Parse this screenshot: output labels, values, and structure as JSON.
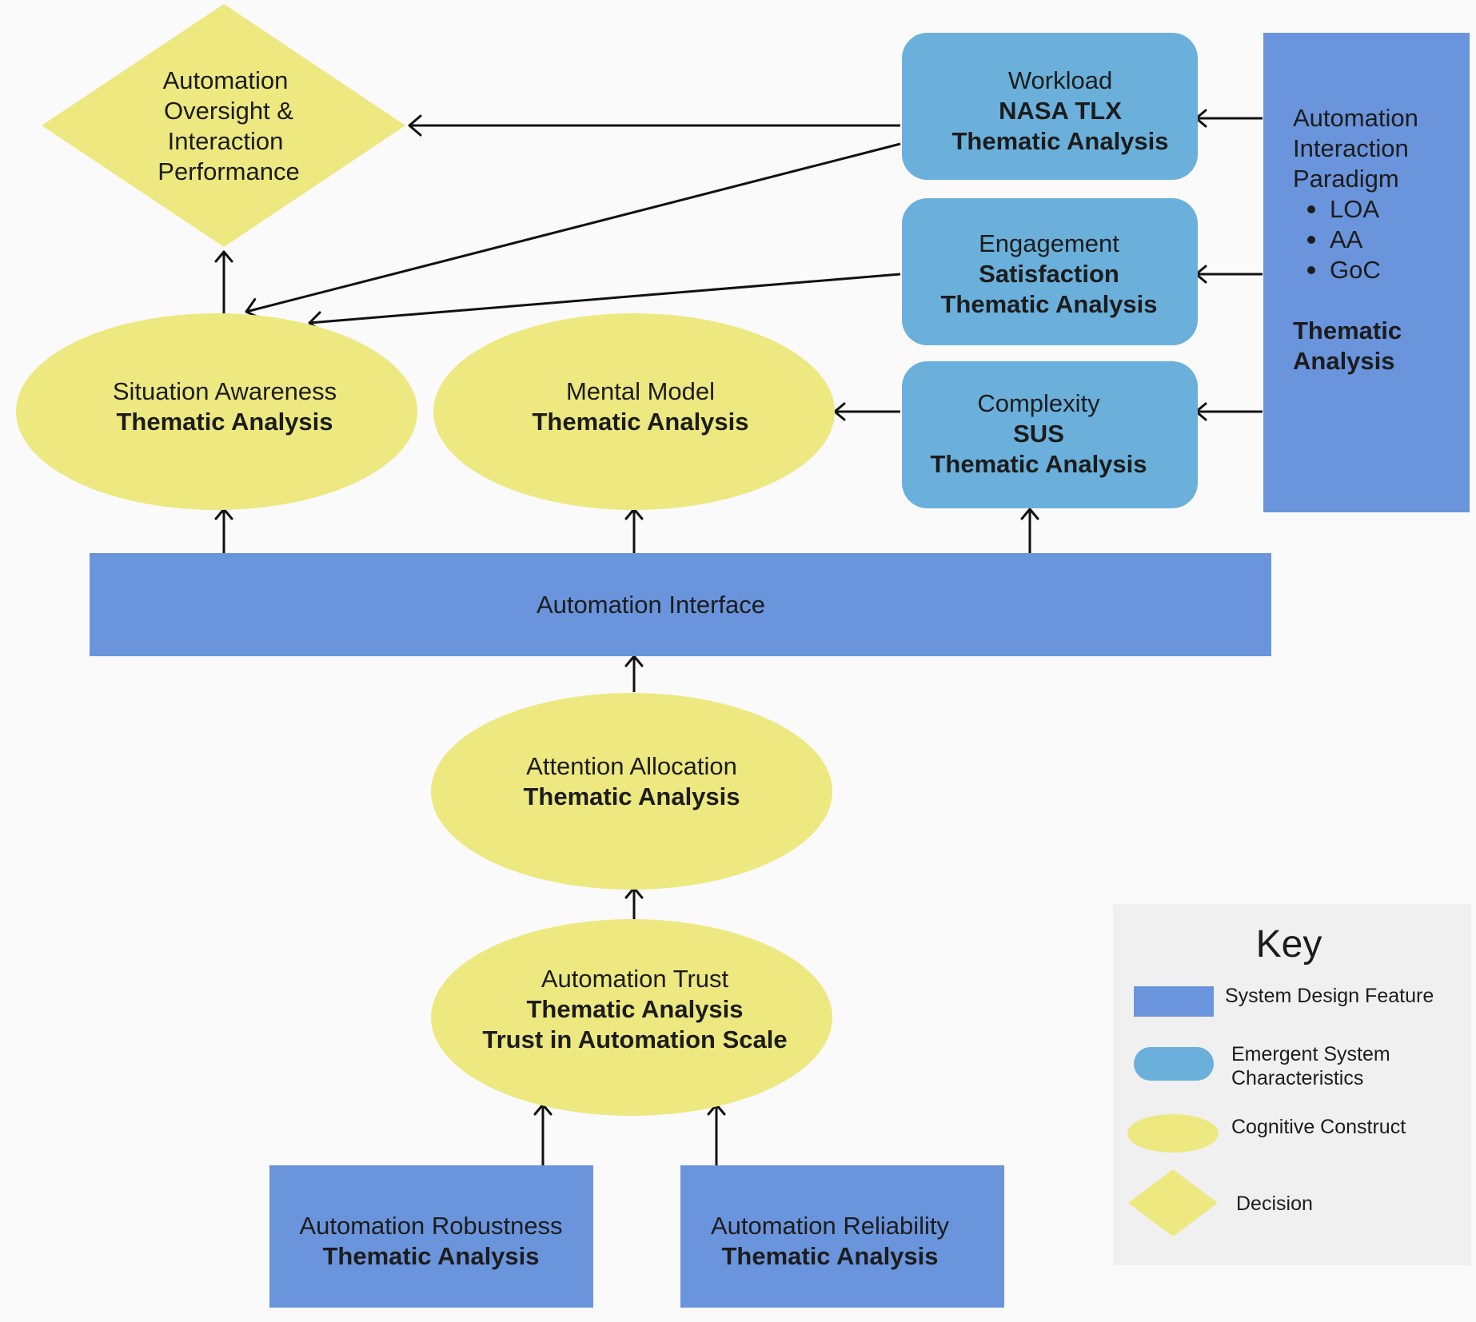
{
  "colors": {
    "system_design_feature": "#6a95dd",
    "emergent_system_characteristics": "#6ab0db",
    "cognitive_construct": "#ede880",
    "decision": "#ede880",
    "key_background": "#f0f0f0",
    "background": "#fafafa"
  },
  "nodes": {
    "decision": {
      "lines": [
        "Automation",
        "Oversight &",
        "Interaction",
        "Performance"
      ]
    },
    "workload": {
      "title": "Workload",
      "measures": [
        "NASA TLX",
        "Thematic Analysis"
      ]
    },
    "engagement": {
      "title": "Engagement",
      "measures": [
        "Satisfaction",
        "Thematic Analysis"
      ]
    },
    "complexity": {
      "title": "Complexity",
      "measures": [
        "SUS",
        "Thematic Analysis"
      ]
    },
    "paradigm": {
      "lines": [
        "Automation",
        "Interaction",
        "Paradigm"
      ],
      "bullets": [
        "LOA",
        "AA",
        "GoC"
      ],
      "measure_lines": [
        "Thematic",
        "Analysis"
      ]
    },
    "situation_awareness": {
      "title": "Situation Awareness",
      "measures": [
        "Thematic Analysis"
      ]
    },
    "mental_model": {
      "title": "Mental Model",
      "measures": [
        "Thematic Analysis"
      ]
    },
    "interface": {
      "title": "Automation Interface"
    },
    "attention": {
      "title": "Attention Allocation",
      "measures": [
        "Thematic Analysis"
      ]
    },
    "trust": {
      "title": "Automation Trust",
      "measures": [
        "Thematic Analysis",
        "Trust in Automation Scale"
      ]
    },
    "robustness": {
      "title": "Automation Robustness",
      "measures": [
        "Thematic Analysis"
      ]
    },
    "reliability": {
      "title": "Automation Reliability",
      "measures": [
        "Thematic Analysis"
      ]
    }
  },
  "edges": [
    {
      "from": "workload",
      "to": "decision"
    },
    {
      "from": "workload",
      "to": "situation_awareness"
    },
    {
      "from": "engagement",
      "to": "situation_awareness"
    },
    {
      "from": "situation_awareness",
      "to": "decision"
    },
    {
      "from": "complexity",
      "to": "mental_model"
    },
    {
      "from": "paradigm",
      "to": "workload"
    },
    {
      "from": "paradigm",
      "to": "engagement"
    },
    {
      "from": "paradigm",
      "to": "complexity"
    },
    {
      "from": "interface",
      "to": "situation_awareness"
    },
    {
      "from": "interface",
      "to": "mental_model"
    },
    {
      "from": "interface",
      "to": "complexity"
    },
    {
      "from": "attention",
      "to": "interface"
    },
    {
      "from": "trust",
      "to": "attention"
    },
    {
      "from": "robustness",
      "to": "trust"
    },
    {
      "from": "reliability",
      "to": "trust"
    }
  ],
  "key": {
    "title": "Key",
    "items": [
      {
        "shape": "rect",
        "lines": [
          "System Design Feature"
        ]
      },
      {
        "shape": "pill",
        "lines": [
          "Emergent System",
          "Characteristics"
        ]
      },
      {
        "shape": "ellipse",
        "lines": [
          "Cognitive Construct"
        ]
      },
      {
        "shape": "diamond",
        "lines": [
          "Decision"
        ]
      }
    ]
  }
}
